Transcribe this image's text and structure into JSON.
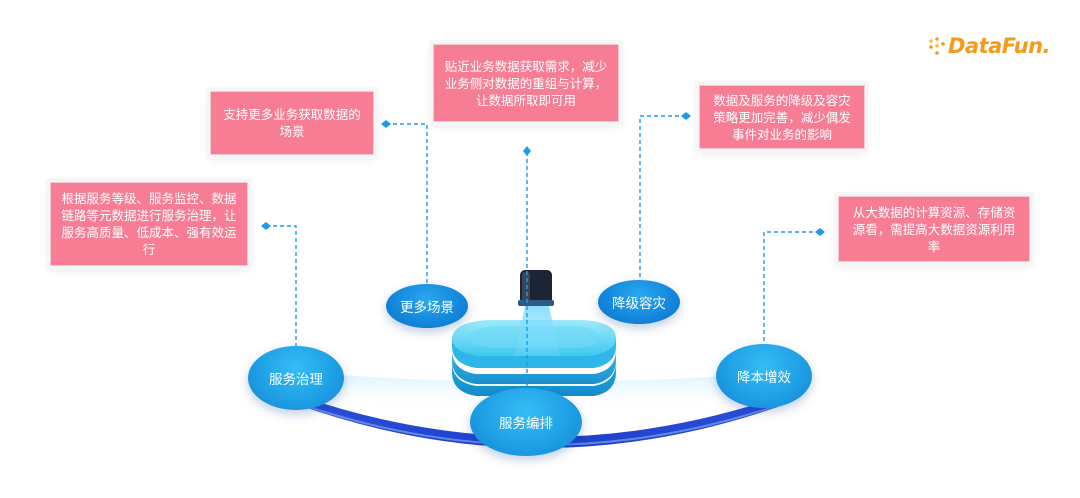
{
  "logo": {
    "text": "DataFun."
  },
  "boxes": {
    "top_center": "贴近业务数据获取需求，减少业务侧对数据的重组与计算，让数据所取即可用",
    "upper_left": "支持更多业务获取数据的场景",
    "upper_right": "数据及服务的降级及容灾策略更加完善，减少偶发事件对业务的影响",
    "left": "根据服务等级、服务监控、数据链路等元数据进行服务治理，让服务高质量、低成本、强有效运行",
    "right": "从大数据的计算资源、存储资源看，需提高大数据资源利用率"
  },
  "nodes": {
    "scenes": "更多场景",
    "degrade": "降级容灾",
    "governance": "服务治理",
    "orchestration": "服务编排",
    "cost": "降本增效"
  },
  "colors": {
    "box_fill": "#f77d95",
    "node_blue": "#1489de",
    "dash_line": "#1e9be6",
    "logo_orange": "#f49b1d"
  }
}
